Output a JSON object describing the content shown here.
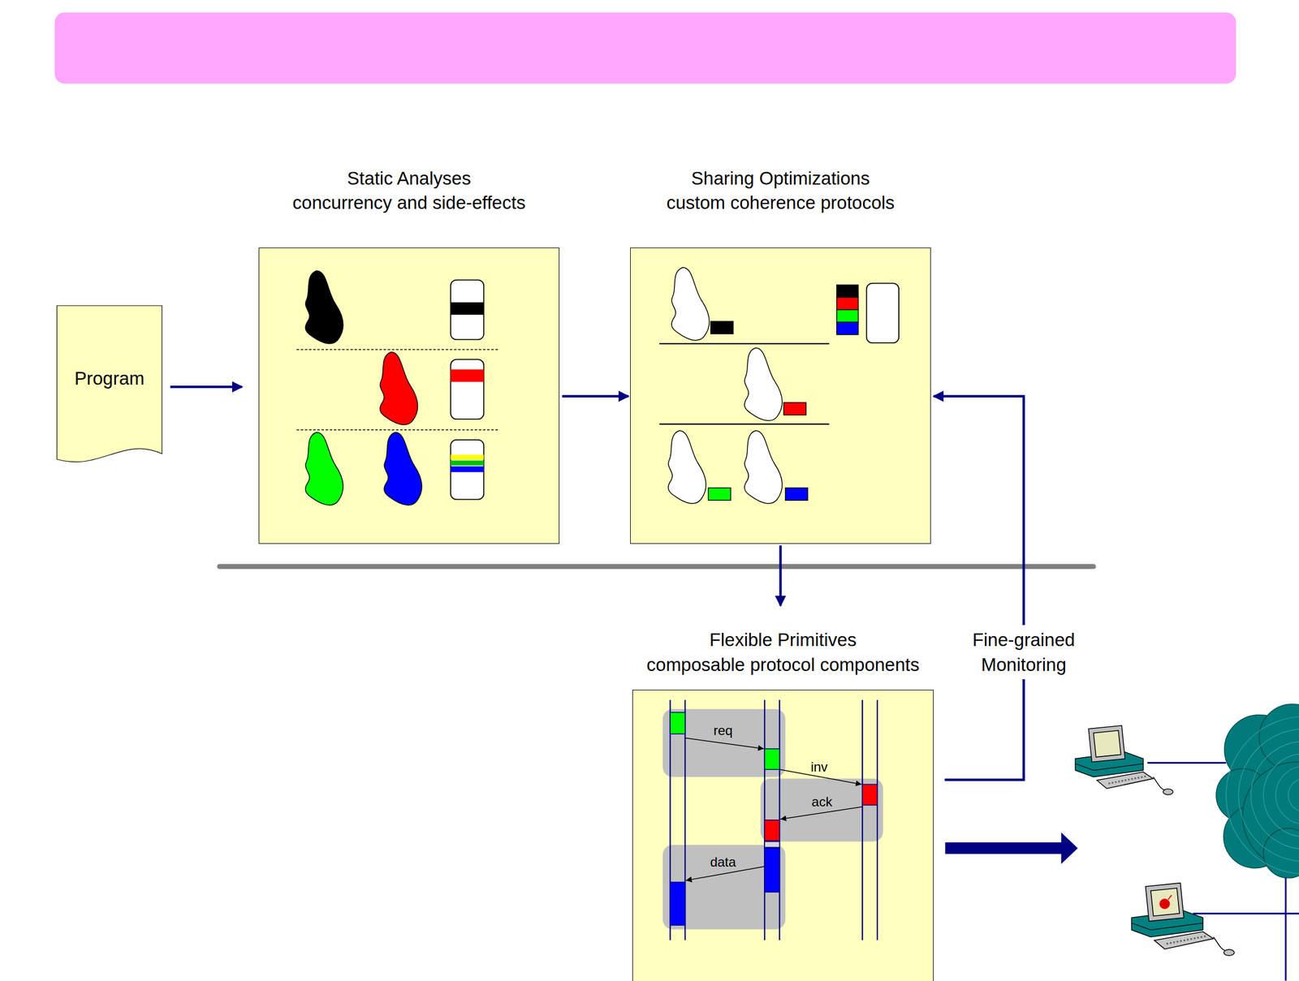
{
  "diagram": {
    "nodes": [
      {
        "text": [
          "Program"
        ]
      },
      {
        "text": [
          "Static Analyses",
          "concurrency and side-effects"
        ]
      },
      {
        "text": [
          "Sharing Optimizations",
          "custom coherence protocols"
        ]
      },
      {
        "text": [
          "Flexible Primitives",
          "composable protocol components"
        ]
      }
    ],
    "edges": [
      {
        "from": 0,
        "to": 1,
        "arrow": "to"
      },
      {
        "from": 1,
        "to": 2,
        "arrow": "to"
      },
      {
        "from": 2,
        "to": 3,
        "arrow": "to"
      },
      {
        "from": 3,
        "to": 2,
        "label": "Fine-grained Monitoring",
        "arrow": "to"
      }
    ],
    "labels": [
      "req",
      "inv",
      "ack",
      "data"
    ]
  }
}
